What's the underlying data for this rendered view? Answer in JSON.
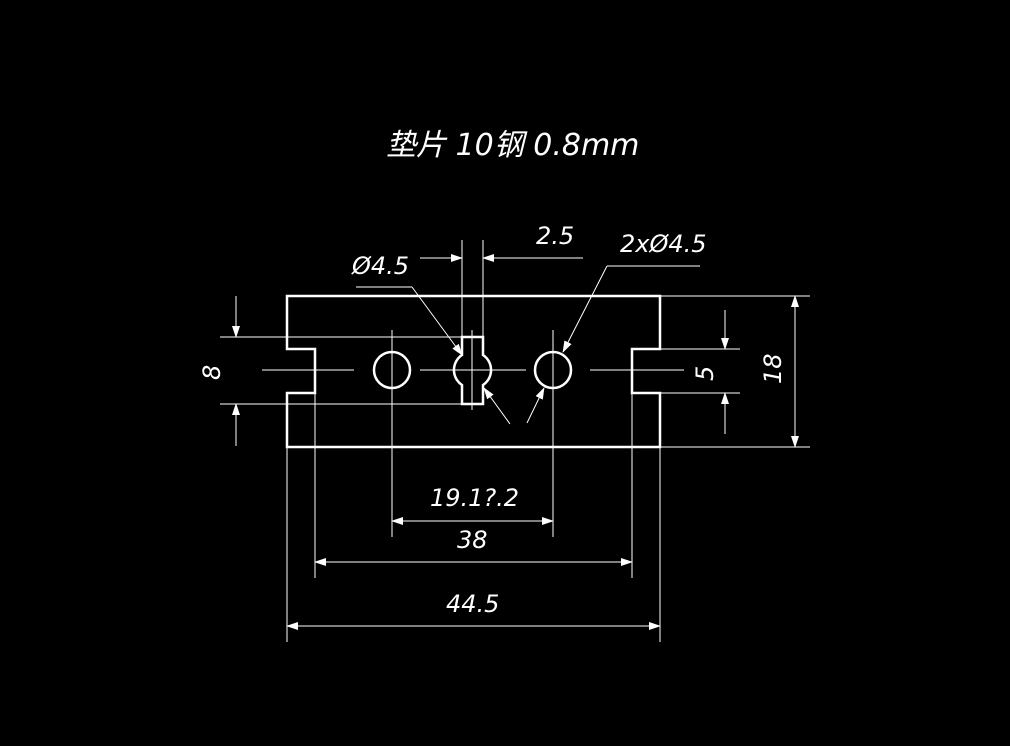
{
  "title": "垫片 10钢 0.8mm",
  "colors": {
    "background": "#000000",
    "lines": "#ffffff"
  },
  "dimensions": {
    "hole_diameter": "Ø4.5",
    "slot_width": "2.5",
    "two_holes": "2xØ4.5",
    "left_height": "8",
    "right_slot_height": "5",
    "total_height": "18",
    "hole_spacing_tol": "19.1?.2",
    "notch_span": "38",
    "total_width": "44.5"
  }
}
